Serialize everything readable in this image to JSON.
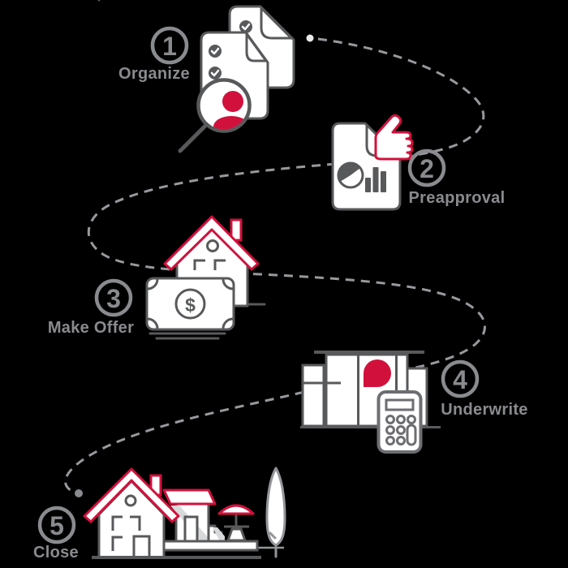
{
  "steps": [
    {
      "number": "1",
      "label": "Organize"
    },
    {
      "number": "2",
      "label": "Preapproval"
    },
    {
      "number": "3",
      "label": "Make Offer"
    },
    {
      "number": "4",
      "label": "Underwrite"
    },
    {
      "number": "5",
      "label": "Close"
    }
  ],
  "money": {
    "symbol": "$"
  },
  "path": {
    "style": "dashed",
    "start_marker": "dot",
    "end_marker": "dot"
  },
  "icons": {
    "step1": [
      "checked-document-icon",
      "checked-document-icon",
      "magnifier-person-icon"
    ],
    "step2": [
      "report-document-icon",
      "pie-chart-icon",
      "bar-chart-icon",
      "thumbs-up-icon"
    ],
    "step3": [
      "house-icon",
      "money-bill-icon"
    ],
    "step4": [
      "bank-building-icon",
      "teardrop-logo-icon",
      "calculator-icon"
    ],
    "step5": [
      "home-icon",
      "garage-icon",
      "stairs-icon",
      "patio-umbrella-icon",
      "cypress-tree-icon"
    ]
  },
  "colors": {
    "background": "#000000",
    "outline_dark": "#58595b",
    "outline_mid": "#6d6e71",
    "accent_red": "#d1113c",
    "step_gray": "#898b8e",
    "dash_gray": "#97999c",
    "tree_gray": "#939598",
    "shadow_gray": "#d8d9da",
    "icon_fill": "#ffffff",
    "start_dot": "#e8e9ea"
  }
}
